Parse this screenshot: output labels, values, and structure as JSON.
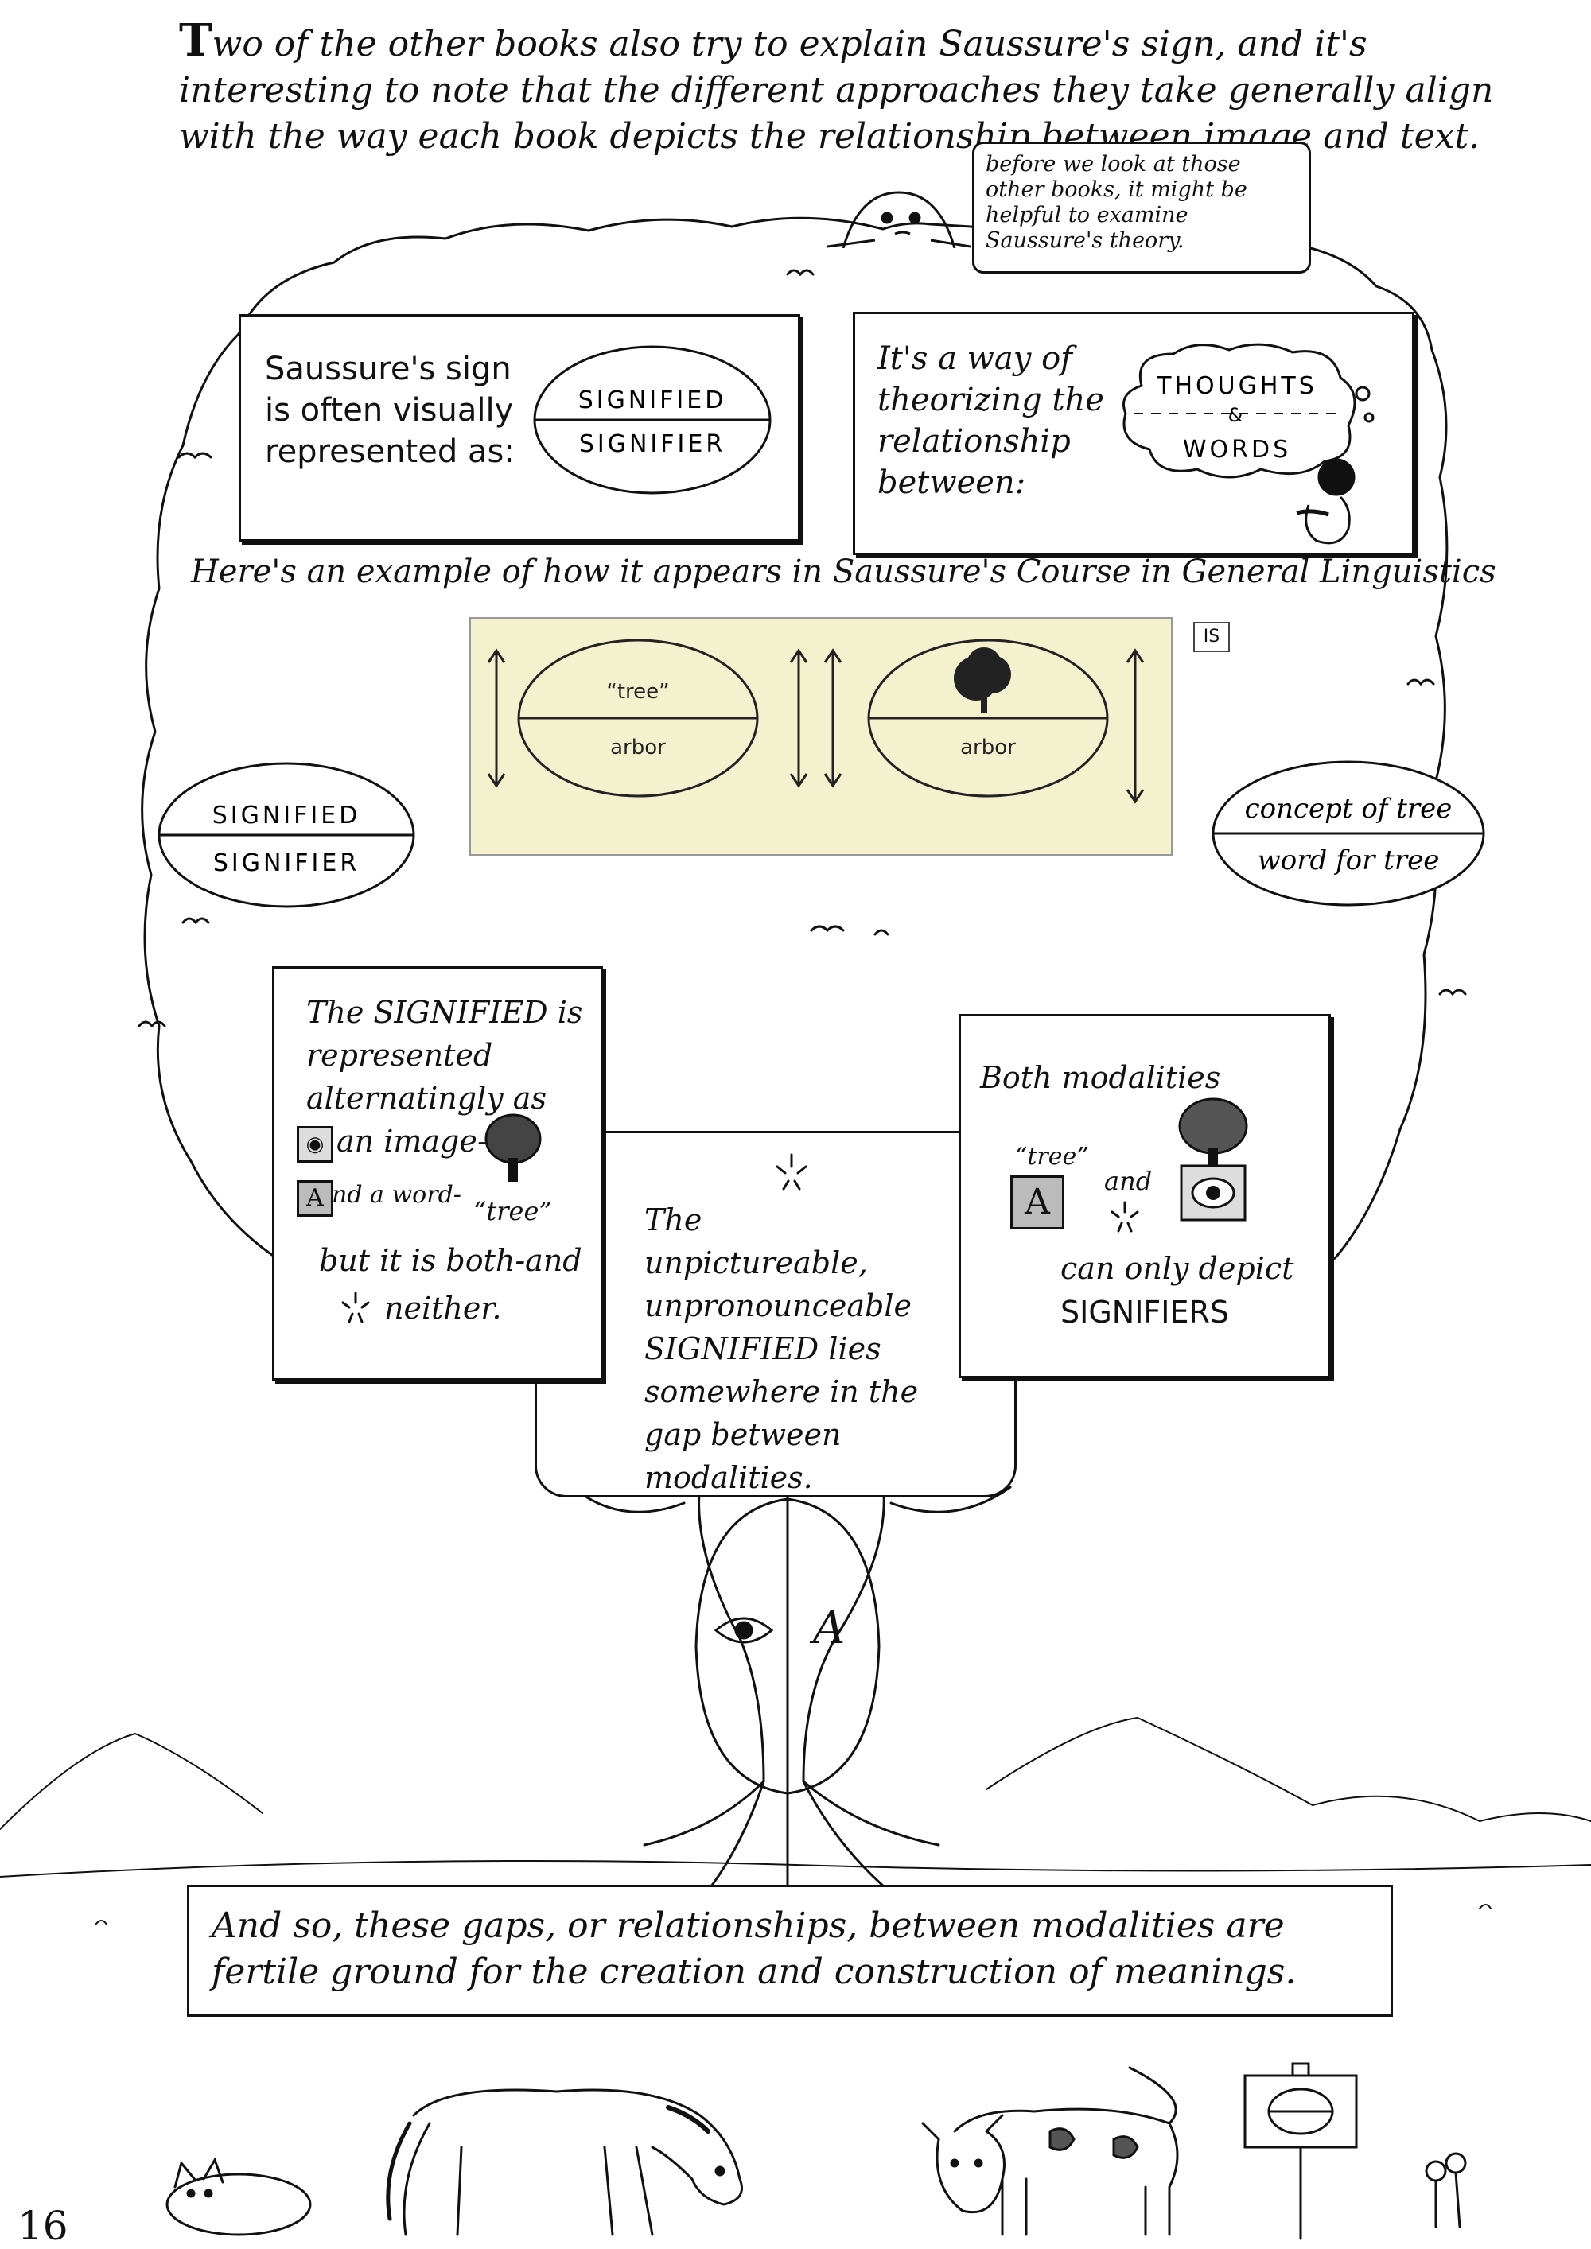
{
  "intro": {
    "drop_cap": "T",
    "text": "wo of the other books also try to explain Saussure's sign, and it's interesting to note that the different approaches they take generally align with the way each book depicts the relationship between image and text."
  },
  "speech_bubble": "before we look at those other books, it might be helpful to examine Saussure's theory.",
  "panel_sign": {
    "text": "Saussure's sign is often visually represented as:",
    "top": "SIGNIFIED",
    "bottom": "SIGNIFIER"
  },
  "panel_theory": {
    "text": "It's a way of theorizing the relationship between:",
    "thought_top": "THOUGHTS",
    "thought_mid": "&",
    "thought_bottom": "WORDS"
  },
  "example_title": {
    "prefix": "Here's an example of how it appears in Saussure's",
    "book": "Course in General Linguistics"
  },
  "excerpt": {
    "tag": "IS",
    "left_top": "“tree”",
    "left_bottom": "arbor",
    "right_bottom": "arbor",
    "bg_color": "#f4f1cf"
  },
  "side_left": {
    "top": "SIGNIFIED",
    "bottom": "SIGNIFIER"
  },
  "side_right": {
    "top": "concept of tree",
    "bottom": "word for tree"
  },
  "box_left": {
    "line1": "The SIGNIFIED is",
    "line2": "represented",
    "line3": "alternatingly as",
    "image_label": "an image-",
    "word_prefix": "A",
    "word_label": "nd a word-",
    "word_quote": "“tree”",
    "line6": "but it is both-and",
    "line7": "neither."
  },
  "box_middle": {
    "text": "The unpictureable, unpronounceable SIGNIFIED lies somewhere in the gap between modalities."
  },
  "box_right": {
    "title": "Both modalities",
    "tree_quote": "“tree”",
    "a_letter": "A",
    "and_word": "and",
    "line1": "can only depict",
    "line2": "SIGNIFIERS"
  },
  "trunk_letter": "A",
  "bottom_caption": "And so, these gaps, or relationships, between modalities are fertile ground for the creation and construction of meanings.",
  "page_number": "16",
  "colors": {
    "ink": "#111111",
    "paper": "#ffffff",
    "excerpt": "#f4f1cf"
  }
}
